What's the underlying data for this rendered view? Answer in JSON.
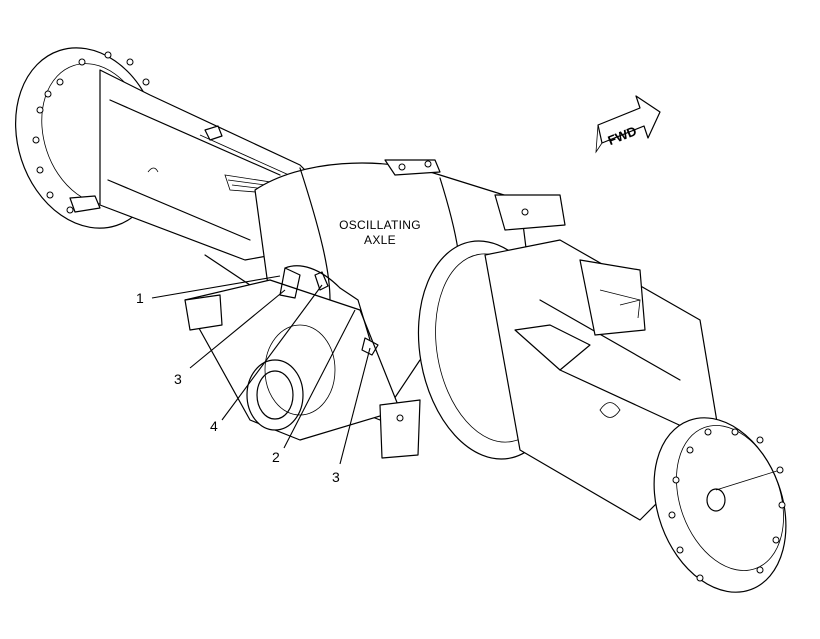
{
  "diagram": {
    "center_label_line1": "OSCILLATING",
    "center_label_line2": "AXLE",
    "direction_arrow": "FWD",
    "callouts": [
      "1",
      "3",
      "4",
      "2",
      "3"
    ]
  }
}
